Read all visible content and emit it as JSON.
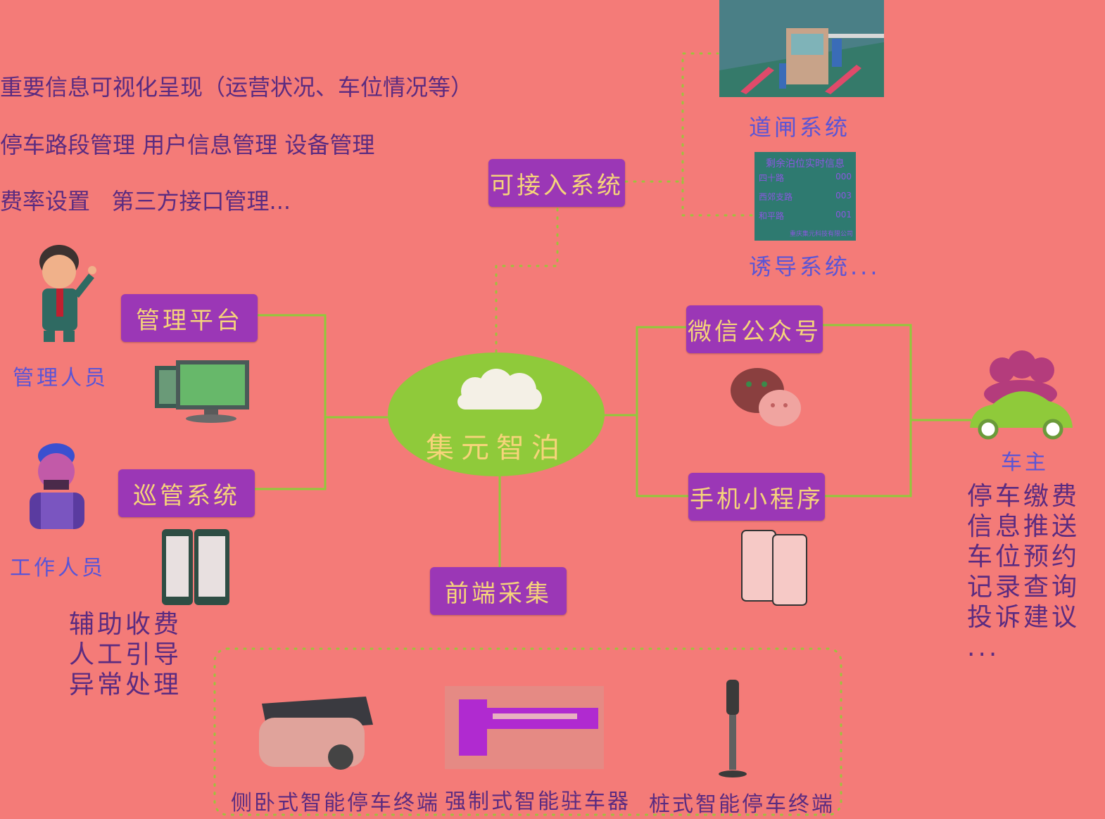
{
  "top_notes": [
    "重要信息可视化呈现（运营状况、车位情况等）",
    "停车路段管理 用户信息管理 设备管理",
    "费率设置   第三方接口管理..."
  ],
  "center": {
    "label": "集元智泊"
  },
  "boxes": {
    "access": "可接入系统",
    "management_platform": "管理平台",
    "patrol_system": "巡管系统",
    "wechat_official": "微信公众号",
    "mini_program": "手机小程序",
    "frontend": "前端采集"
  },
  "roles": {
    "manager": "管理人员",
    "worker": "工作人员",
    "car_owner": "车主"
  },
  "external_systems": {
    "barrier": "道闸系统",
    "guidance": "诱导系统...",
    "guidance_board": {
      "title": "剩余泊位实时信息",
      "rows": [
        {
          "name": "四十路",
          "count": "000"
        },
        {
          "name": "西郊支路",
          "count": "003"
        },
        {
          "name": "和平路",
          "count": "001"
        }
      ],
      "footer": "重庆集元科技有限公司"
    }
  },
  "worker_tasks": "辅助收费\n人工引导\n异常处理",
  "owner_services": "停车缴费\n信息推送\n车位预约\n记录查询\n投诉建议\n...",
  "devices": [
    "侧卧式智能停车终端",
    "强制式智能驻车器",
    "桩式智能停车终端"
  ]
}
